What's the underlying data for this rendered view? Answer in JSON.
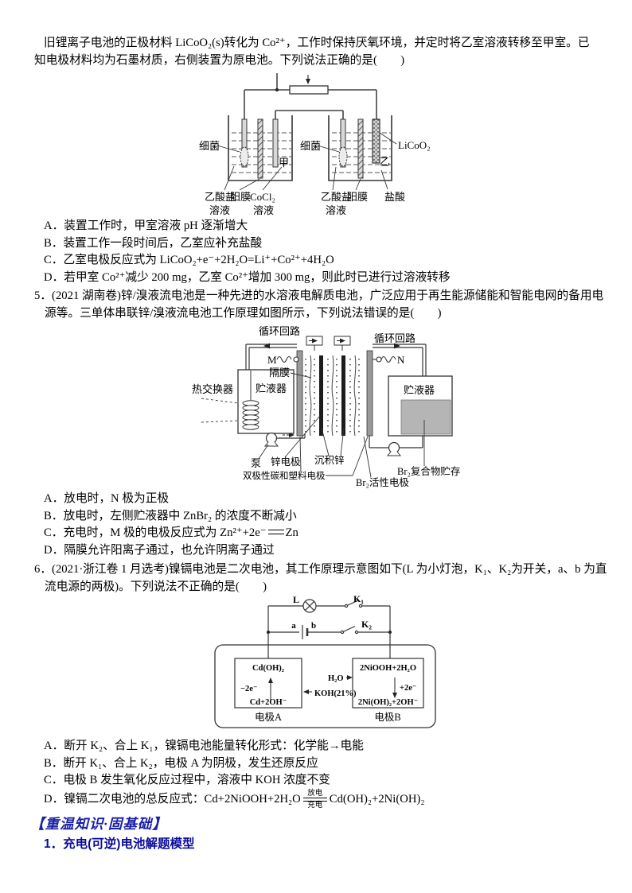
{
  "colors": {
    "header_blue": "#1a1fa6",
    "subhead_blue": "#0a0a9a"
  },
  "q4": {
    "stem": "旧锂离子电池的正极材料 LiCoO₂(s)转化为 Co²⁺，工作时保持厌氧环境，并定时将乙室溶液转移至甲室。已知电极材料均为石墨材质，右侧装置为原电池。下列说法正确的是(　　)",
    "diagram": {
      "bacteria_left": "细菌",
      "bacteria_mid": "细菌",
      "licoo2": "LiCoO₂",
      "room_left": "甲",
      "room_right": "乙",
      "cap_acetate_left_1": "乙酸盐",
      "cap_acetate_left_2": "溶液",
      "cap_membrane_left": "阳膜",
      "cap_cocl2_1": "CoCl₂",
      "cap_cocl2_2": "溶液",
      "cap_acetate_right_1": "乙酸盐",
      "cap_acetate_right_2": "溶液",
      "cap_membrane_right": "阳膜",
      "cap_hcl": "盐酸"
    },
    "options": [
      "A．装置工作时，甲室溶液 pH 逐渐增大",
      "B．装置工作一段时间后，乙室应补充盐酸",
      "C．乙室电极反应式为 LiCoO₂+e⁻+2H₂O=Li⁺+Co²⁺+4H₂O",
      "D．若甲室 Co²⁺减少 200 mg，乙室 Co²⁺增加 300 mg，则此时已进行过溶液转移"
    ]
  },
  "q5": {
    "number": "5．",
    "stem": "(2021 湖南卷)锌/溴液流电池是一种先进的水溶液电解质电池，广泛应用于再生能源储能和智能电网的备用电源等。三单体串联锌/溴液流电池工作原理如图所示，下列说法错误的是(　　)",
    "diagram": {
      "loop_left": "循环回路",
      "loop_right": "循环回路",
      "m_label": "M",
      "n_label": "N",
      "membrane": "隔膜",
      "heat_exchanger": "热交换器",
      "reservoir_left": "贮液器",
      "reservoir_right": "贮液器",
      "pump": "泵",
      "zinc_electrode": "锌电极",
      "deposited_zinc": "沉积锌",
      "bipolar_electrode": "双极性碳和塑料电极",
      "br2_electrode": "Br₂活性电极",
      "br2_storage": "Br₂复合物贮存"
    },
    "options_ab": [
      "A．放电时，N 极为正极",
      "B．放电时，左侧贮液器中 ZnBr₂ 的浓度不断减小"
    ],
    "option_c": {
      "prefix": "C．充电时，M 极的电极反应式为 Zn²⁺+2e⁻",
      "suffix": "Zn"
    },
    "option_d": "D．隔膜允许阳离子通过，也允许阴离子通过"
  },
  "q6": {
    "number": "6．",
    "stem": "(2021·浙江卷 1 月选考)镍镉电池是二次电池，其工作原理示意图如下(L 为小灯泡，K₁、K₂为开关，a、b 为直流电源的两极)。下列说法不正确的是(　　)",
    "diagram": {
      "lamp": "L",
      "k1": "K₁",
      "k2": "K₂",
      "a": "a",
      "b": "b",
      "boxA_top": "Cd(OH)₂",
      "boxA_e": "−2e⁻",
      "boxA_bottom": "Cd+2OH⁻",
      "boxB_top": "2NiOOH+2H₂O",
      "boxB_e": "+2e⁻",
      "boxB_bottom": "2Ni(OH)₂+2OH⁻",
      "h2o": "H₂O",
      "koh": "KOH(21%)",
      "electrodeA": "电极A",
      "electrodeB": "电极B"
    },
    "options_abc": [
      "A．断开 K₂、合上 K₁，镍镉电池能量转化形式：化学能→电能",
      "B．断开 K₁、合上 K₂，电极 A 为阴极，发生还原反应",
      "C．电极 B 发生氧化反应过程中，溶液中 KOH 浓度不变"
    ],
    "option_d": {
      "prefix": "D．镍镉二次电池的总反应式：Cd+2NiOOH+2H₂O",
      "over": "放电",
      "under": "充电",
      "suffix": "Cd(OH)₂+2Ni(OH)₂"
    }
  },
  "footer": {
    "section_header": "【重温知识·固基础】",
    "subheading": "1．充电(可逆)电池解题模型"
  }
}
